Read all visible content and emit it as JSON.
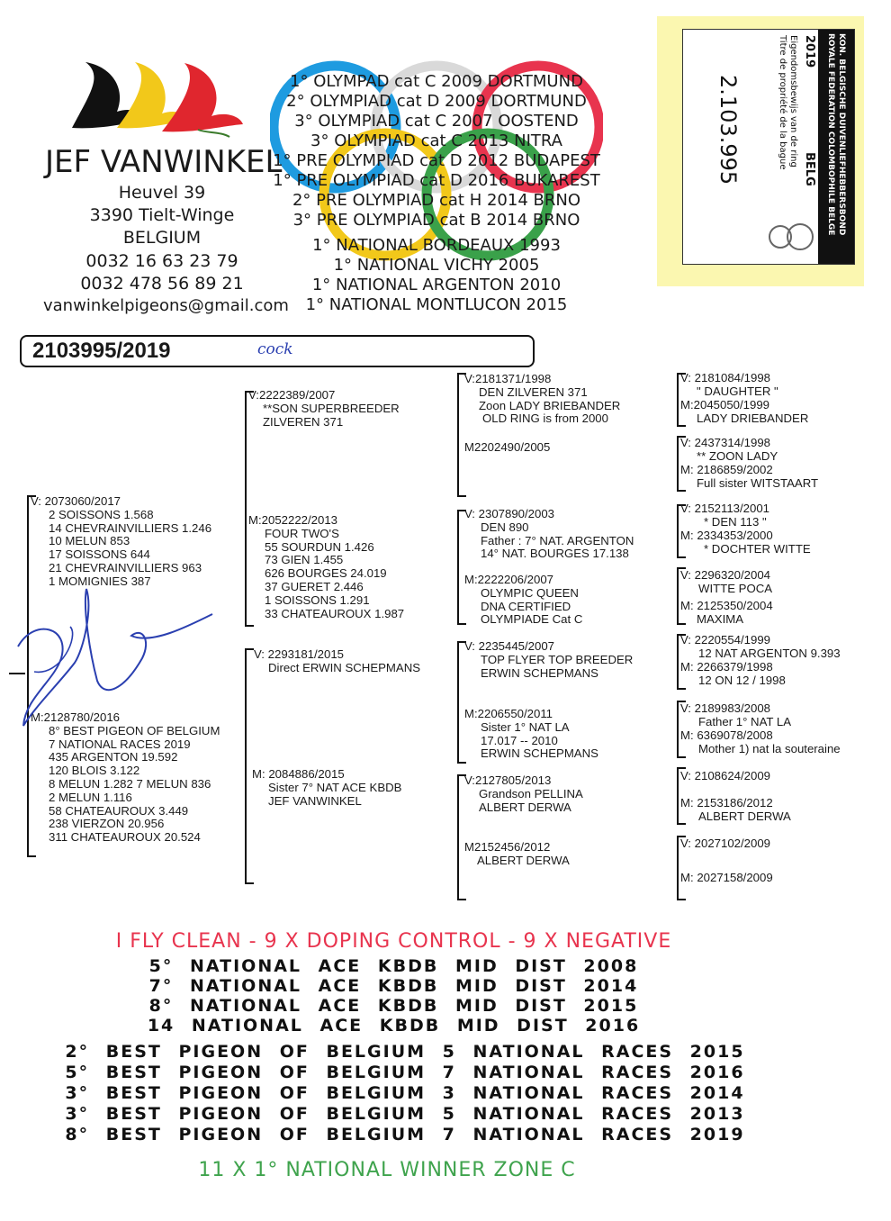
{
  "breeder": {
    "name": "JEF VANWINKEL",
    "street": "Heuvel 39",
    "city": "3390 Tielt-Winge",
    "country": "BELGIUM",
    "phone1": "0032 16 63 23 79",
    "phone2": "0032 478 56 89 21",
    "email": "vanwinkelpigeons@gmail.com"
  },
  "titles": [
    "1° OLYMPAD cat C 2009 DORTMUND",
    "2° OLYMPIAD cat D 2009 DORTMUND",
    "3° OLYMPIAD cat C 2007 OOSTEND",
    "3° OLYMPIAD cat C 2013 NITRA",
    "1° PRE OLYMPIAD cat D 2012 BUDAPEST",
    "1° PRE OLYMPIAD cat D 2016 BUKAREST",
    "2° PRE OLYMPIAD cat H 2014 BRNO",
    "3° PRE OLYMPIAD cat B 2014 BRNO",
    "1° NATIONAL BORDEAUX 1993",
    "1° NATIONAL VICHY 2005",
    "1° NATIONAL ARGENTON 2010",
    "1° NATIONAL MONTLUCON 2015"
  ],
  "ring_card": {
    "line1": "KON. BELGISCHE DUIVENLIEFHEBBERSBOND",
    "line2": "ROYALE FEDERATION COLOMBOPHILE BELGE",
    "year": "2019",
    "country": "BELG",
    "label1": "Eigendomsbewijs van de ring",
    "label2": "Titre de propriété de la bague",
    "number": "2.103.995"
  },
  "pigeon": {
    "id": "2103995/2019",
    "sex_note": "cock"
  },
  "pedigree": {
    "sire": {
      "label": "V:",
      "lines": [
        "2073060/2017",
        "2 SOISSONS 1.568",
        "14 CHEVRAINVILLIERS 1.246",
        "10 MELUN 853",
        "17 SOISSONS 644",
        "21 CHEVRAINVILLIERS 963",
        "1 MOMIGNIES 387"
      ]
    },
    "dam": {
      "label": "M:",
      "lines": [
        "2128780/2016",
        "8° BEST PIGEON OF BELGIUM",
        "7 NATIONAL RACES 2019",
        "435 ARGENTON 19.592",
        "120 BLOIS 3.122",
        "8 MELUN 1.282   7 MELUN 836",
        "2 MELUN 1.116",
        "58 CHATEAUROUX 3.449",
        "238 VIERZON 20.956",
        "311 CHATEAUROUX  20.524"
      ]
    },
    "gen2": [
      {
        "label": "V:",
        "lines": [
          "2222389/2007",
          "**SON SUPERBREEDER",
          "ZILVEREN 371"
        ]
      },
      {
        "label": "M:",
        "lines": [
          "2052222/2013",
          "FOUR TWO'S",
          "55 SOURDUN 1.426",
          "73 GIEN 1.455",
          "626 BOURGES 24.019",
          "37 GUERET 2.446",
          "1 SOISSONS 1.291",
          "33 CHATEAUROUX 1.987"
        ]
      },
      {
        "label": "V:",
        "lines": [
          "2293181/2015",
          "Direct ERWIN SCHEPMANS"
        ]
      },
      {
        "label": "M:",
        "lines": [
          "2084886/2015",
          "Sister 7° NAT ACE KBDB",
          "JEF VANWINKEL"
        ]
      }
    ],
    "gen3": [
      {
        "label": "V:",
        "lines": [
          "2181371/1998",
          "DEN ZILVEREN 371",
          "Zoon LADY BRIEBANDER",
          "OLD RING is from 2000"
        ]
      },
      {
        "label": "M",
        "lines": [
          "2202490/2005"
        ]
      },
      {
        "label": "V:",
        "lines": [
          "2307890/2003",
          "DEN 890",
          "Father : 7° NAT. ARGENTON",
          "14° NAT. BOURGES 17.138"
        ]
      },
      {
        "label": "M:",
        "lines": [
          "2222206/2007",
          "OLYMPIC QUEEN",
          "DNA CERTIFIED",
          "OLYMPIADE Cat C"
        ]
      },
      {
        "label": "V:",
        "lines": [
          "2235445/2007",
          "TOP FLYER TOP BREEDER",
          "ERWIN SCHEPMANS"
        ]
      },
      {
        "label": "M:",
        "lines": [
          "2206550/2011",
          "Sister 1° NAT LA",
          "17.017 -- 2010",
          "ERWIN SCHEPMANS"
        ]
      },
      {
        "label": "V:",
        "lines": [
          "2127805/2013",
          "Grandson PELLINA",
          "ALBERT DERWA"
        ]
      },
      {
        "label": "M",
        "lines": [
          "2152456/2012",
          "ALBERT DERWA"
        ]
      }
    ],
    "gen4": [
      {
        "label": "V:",
        "lines": [
          "2181084/1998",
          "\" DAUGHTER \""
        ]
      },
      {
        "label": "M:",
        "lines": [
          "2045050/1999",
          "LADY DRIEBANDER"
        ]
      },
      {
        "label": "V:",
        "lines": [
          "2437314/1998",
          "** ZOON LADY"
        ]
      },
      {
        "label": "M:",
        "lines": [
          "2186859/2002",
          "Full sister WITSTAART"
        ]
      },
      {
        "label": "V:",
        "lines": [
          "2152113/2001",
          "* DEN 113 \""
        ]
      },
      {
        "label": "M:",
        "lines": [
          "2334353/2000",
          "* DOCHTER WITTE"
        ]
      },
      {
        "label": "V:",
        "lines": [
          "2296320/2004",
          "WITTE POCA"
        ]
      },
      {
        "label": "M:",
        "lines": [
          "2125350/2004",
          "MAXIMA"
        ]
      },
      {
        "label": "V:",
        "lines": [
          "2220554/1999",
          "12 NAT ARGENTON 9.393"
        ]
      },
      {
        "label": "M:",
        "lines": [
          "2266379/1998",
          "12 ON 12 / 1998"
        ]
      },
      {
        "label": "V:",
        "lines": [
          "2189983/2008",
          "Father 1° NAT LA"
        ]
      },
      {
        "label": "M:",
        "lines": [
          "6369078/2008",
          "Mother 1) nat la souteraine"
        ]
      },
      {
        "label": "V:",
        "lines": [
          "2108624/2009"
        ]
      },
      {
        "label": "M:",
        "lines": [
          "2153186/2012",
          "ALBERT DERWA"
        ]
      },
      {
        "label": "V:",
        "lines": [
          "2027102/2009"
        ]
      },
      {
        "label": "M:",
        "lines": [
          "2027158/2009"
        ]
      }
    ]
  },
  "footer": {
    "clean": "I FLY CLEAN - 9 X DOPING CONTROL - 9 X NEGATIVE",
    "aces": [
      "5° NATIONAL ACE KBDB MID DIST 2008",
      "7° NATIONAL ACE KBDB MID DIST 2014",
      "8° NATIONAL ACE KBDB MID DIST 2015",
      "14 NATIONAL ACE KBDB MID DIST 2016"
    ],
    "best": [
      "2° BEST PIGEON OF BELGIUM 5 NATIONAL RACES 2015",
      "5° BEST PIGEON OF BELGIUM 7 NATIONAL RACES 2016",
      "3° BEST PIGEON OF BELGIUM 3 NATIONAL RACES 2014",
      "3° BEST PIGEON OF BELGIUM 5 NATIONAL RACES 2013",
      "8° BEST PIGEON OF BELGIUM 7 NATIONAL RACES 2019"
    ],
    "zone": "11 X 1° NATIONAL WINNER ZONE C"
  },
  "colors": {
    "red": "#e8344e",
    "green": "#3fa34d",
    "ink": "#2a3fb0",
    "ring_blue": "#1e9be0",
    "ring_yellow": "#f2c81a",
    "ring_black": "#111111",
    "ring_green": "#3aa14a",
    "ring_red": "#e8344e"
  }
}
